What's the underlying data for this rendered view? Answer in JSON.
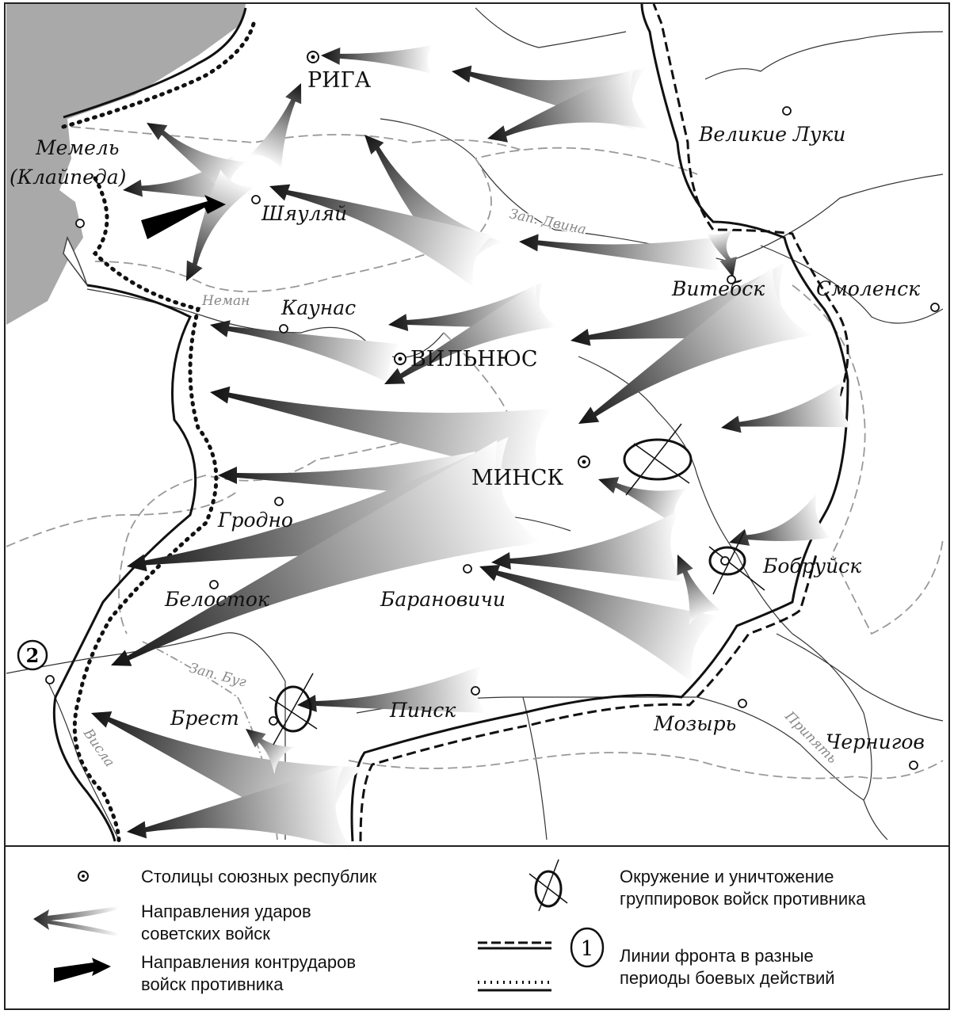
{
  "cities": {
    "riga": "РИГА",
    "velikie_luki": "Великие Луки",
    "memel": "Мемель",
    "klaipeda": "(Клайпеда)",
    "shyaulyai": "Шяуляй",
    "vitebsk": "Витебск",
    "smolensk": "Смоленск",
    "kaunas": "Каунас",
    "vilnius": "ВИЛЬНЮС",
    "minsk": "МИНСК",
    "grodno": "Гродно",
    "bobruisk": "Бобруйск",
    "belostok": "Белосток",
    "baranovichi": "Барановичи",
    "brest": "Брест",
    "pinsk": "Пинск",
    "mozyr": "Мозырь",
    "chernigov": "Чернигов"
  },
  "rivers": {
    "zap_dvina": "Зап. Двина",
    "neman": "Неман",
    "zap_bug": "Зап. Буг",
    "visla": "Висла",
    "pripyat": "Припять"
  },
  "markers": {
    "front_2": "2",
    "front_1": "1"
  },
  "legend": {
    "capitals": "Столицы союзных республик",
    "soviet_1": "Направления ударов",
    "soviet_2": "советских войск",
    "counter_1": "Направления контрударов",
    "counter_2": "войск противника",
    "encircle_1": "Окружение и уничтожение",
    "encircle_2": "группировок войск противника",
    "front_1": "Линии фронта в разные",
    "front_2": "периоды боевых действий"
  },
  "colors": {
    "sea": "#a9a9a9",
    "border": "#999999"
  }
}
